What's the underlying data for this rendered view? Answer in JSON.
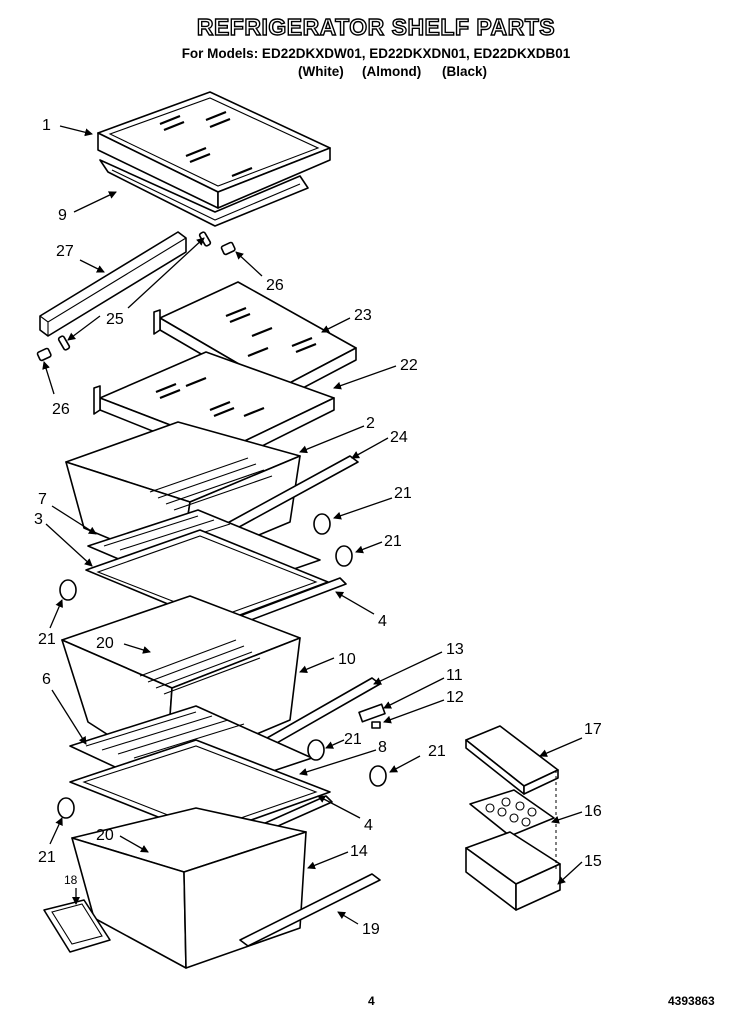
{
  "title": "REFRIGERATOR SHELF PARTS",
  "models_line": "For Models: ED22DKXDW01, ED22DKXDN01, ED22DKXDB01",
  "variants": [
    "(White)",
    "(Almond)",
    "(Black)"
  ],
  "callouts": [
    "1",
    "9",
    "27",
    "26",
    "25",
    "23",
    "26",
    "22",
    "2",
    "24",
    "7",
    "3",
    "21",
    "21",
    "21",
    "4",
    "20",
    "10",
    "13",
    "6",
    "11",
    "12",
    "8",
    "21",
    "21",
    "17",
    "16",
    "4",
    "20",
    "14",
    "15",
    "21",
    "18",
    "19"
  ],
  "page_number": "4",
  "doc_number": "4393863"
}
